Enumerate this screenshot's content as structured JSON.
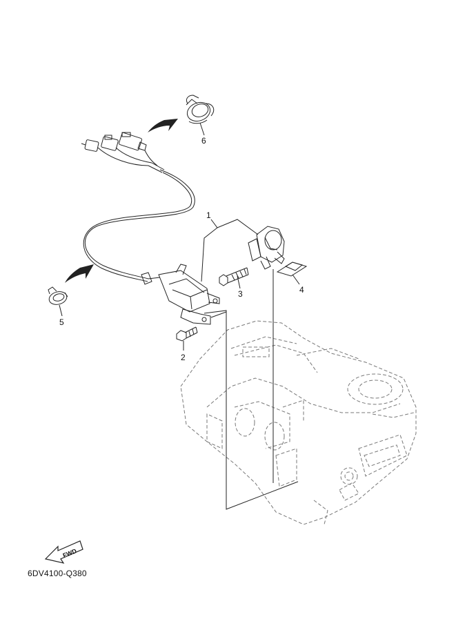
{
  "diagram": {
    "document_code": "6DV4100-Q380",
    "fwd_label": "FWD",
    "callouts": [
      {
        "id": "1",
        "label": "1"
      },
      {
        "id": "2",
        "label": "2"
      },
      {
        "id": "3",
        "label": "3"
      },
      {
        "id": "4",
        "label": "4"
      },
      {
        "id": "5",
        "label": "5"
      },
      {
        "id": "6",
        "label": "6"
      }
    ]
  }
}
